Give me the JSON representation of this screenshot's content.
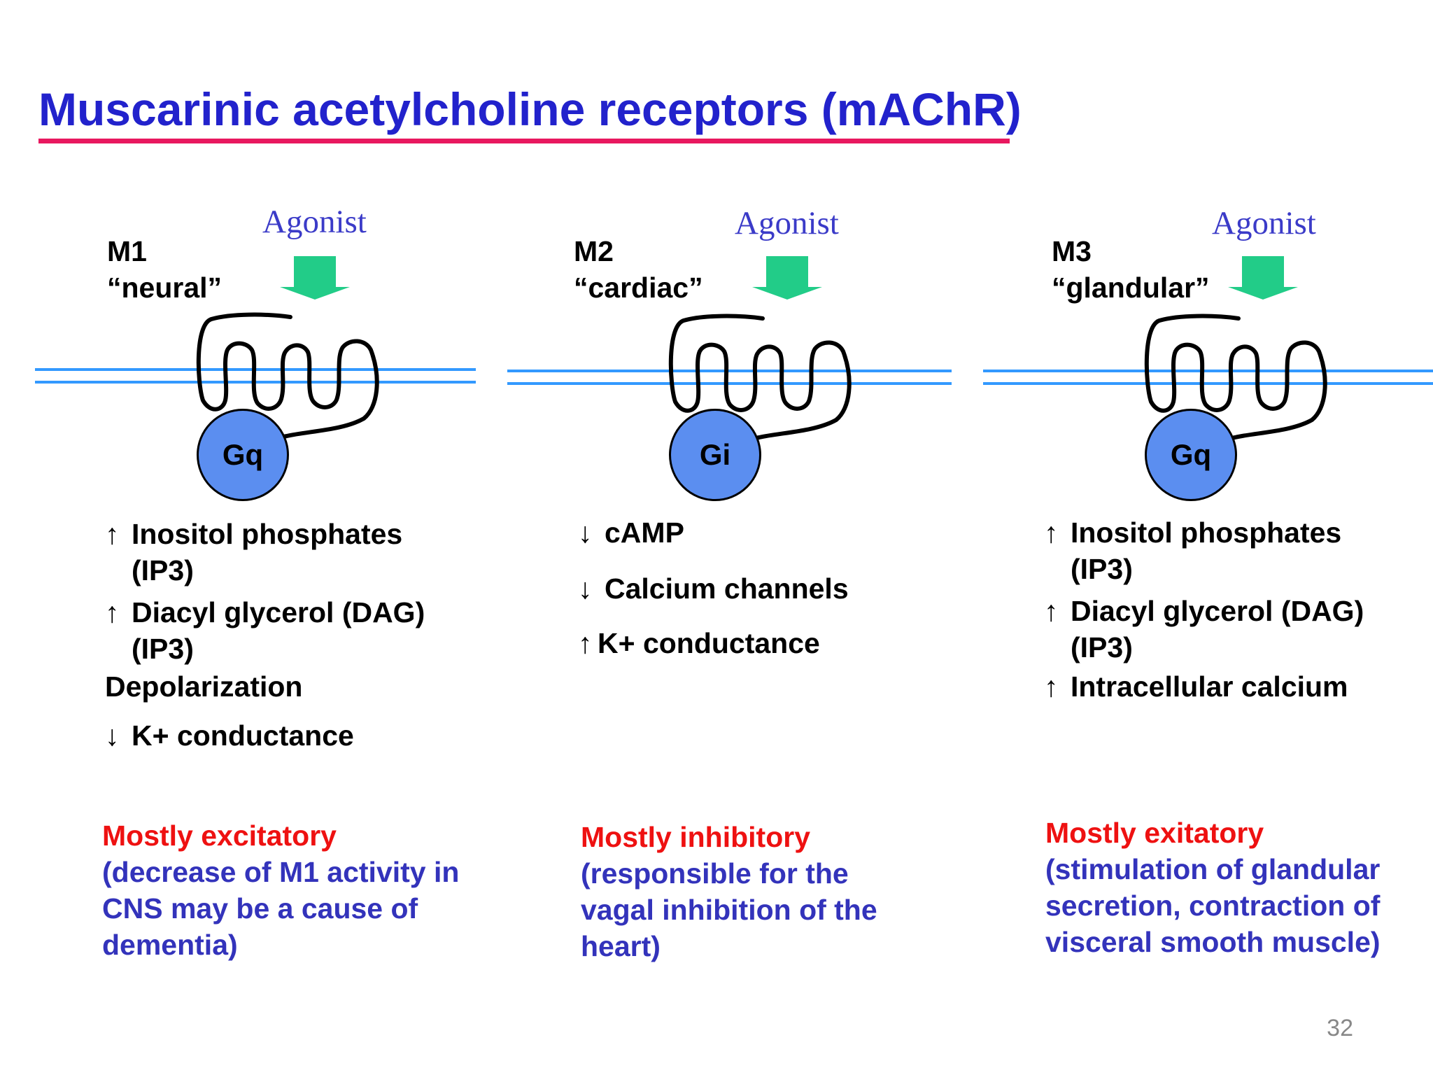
{
  "title": "Muscarinic acetylcholine receptors (mAChR)",
  "colors": {
    "title": "#2222cc",
    "underline": "#e8185f",
    "membrane": "#3399ff",
    "agonist_arrow": "#22cc88",
    "g_protein": "#5b8ef0",
    "summary_head": "#ee1111",
    "summary_body": "#3333bb"
  },
  "panels": [
    {
      "name": "M1",
      "type": "“neural”",
      "agonist": "Agonist",
      "g_protein": "Gq",
      "effects": [
        {
          "arrow": "↑",
          "lines": [
            "Inositol phosphates",
            "(IP3)"
          ]
        },
        {
          "arrow": "↑",
          "lines": [
            "Diacyl glycerol (DAG)",
            "(IP3)"
          ]
        },
        {
          "arrow": "",
          "lines": [
            "Depolarization"
          ]
        },
        {
          "arrow": "↓",
          "lines": [
            "K+ conductance"
          ]
        }
      ],
      "summary_head": "Mostly excitatory",
      "summary_body": [
        "(decrease of M1 activity in",
        "CNS may be a cause of",
        "dementia)"
      ]
    },
    {
      "name": "M2",
      "type": "“cardiac”",
      "agonist": "Agonist",
      "g_protein": "Gi",
      "effects": [
        {
          "arrow": "↓",
          "lines": [
            "cAMP"
          ]
        },
        {
          "arrow": "↓",
          "lines": [
            "Calcium channels"
          ]
        },
        {
          "arrow": "↑",
          "lines": [
            "K+ conductance"
          ]
        }
      ],
      "summary_head": "Mostly inhibitory",
      "summary_body": [
        "(responsible for the",
        "vagal inhibition of the",
        "heart)"
      ]
    },
    {
      "name": "M3",
      "type": "“glandular”",
      "agonist": "Agonist",
      "g_protein": "Gq",
      "effects": [
        {
          "arrow": "↑",
          "lines": [
            "Inositol phosphates",
            "(IP3)"
          ]
        },
        {
          "arrow": "↑",
          "lines": [
            "Diacyl glycerol (DAG)",
            "(IP3)"
          ]
        },
        {
          "arrow": "↑",
          "lines": [
            "Intracellular calcium"
          ]
        }
      ],
      "summary_head": "Mostly exitatory",
      "summary_body": [
        "(stimulation of glandular",
        "secretion, contraction of",
        "visceral smooth muscle)"
      ]
    }
  ],
  "page_number": "32"
}
